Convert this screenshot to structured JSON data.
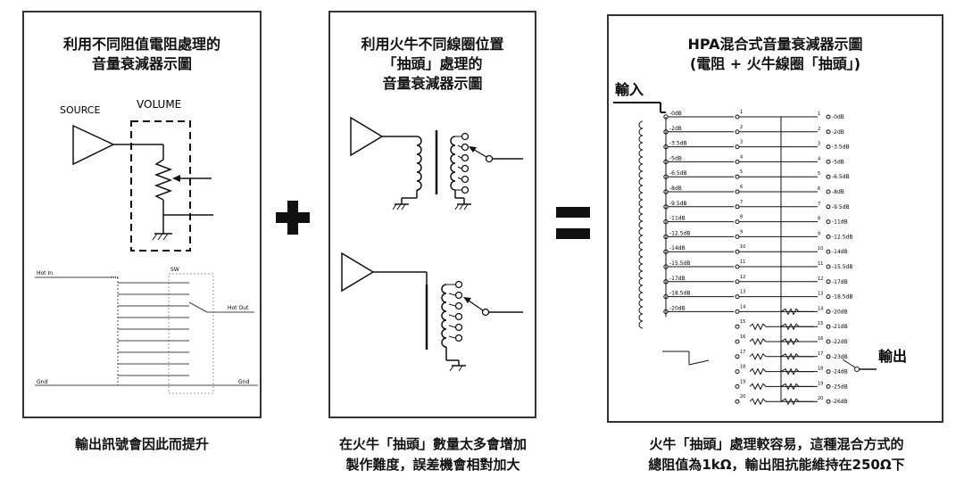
{
  "panel1": {
    "title_line1": "利用不同阻值電阻處理的",
    "title_line2": "音量衰減器示圖",
    "source_label": "SOURCE",
    "volume_label": "VOLUME",
    "hot_in_label": "Hot In",
    "sw_label": "SW",
    "hot_out_label": "Hot Out",
    "gnd_left_label": "Gnd",
    "gnd_right_label": "Gnd",
    "caption": "輸出訊號會因此而提升"
  },
  "panel2": {
    "title_line1": "利用火牛不同線圈位置",
    "title_line2": "「抽頭」處理的",
    "title_line3": "音量衰減器示圖",
    "caption_line1": "在火牛「抽頭」數量太多會增加",
    "caption_line2": "製作難度，誤差機會相對加大"
  },
  "panel3": {
    "title_line1": "HPA混合式音量衰減器示圖",
    "title_line2": "(電阻 + 火牛線圈「抽頭」)",
    "input_label": "輸入",
    "output_label": "輸出",
    "left_taps": [
      "-0dB",
      "-2dB",
      "-3.5dB",
      "-5dB",
      "-6.5dB",
      "-8dB",
      "-9.5dB",
      "-11dB",
      "-12.5dB",
      "-14dB",
      "-15.5dB",
      "-17dB",
      "-18.5dB",
      "-20dB"
    ],
    "right_positions": [
      "-0dB",
      "-2dB",
      "-3.5dB",
      "-5dB",
      "-6.5dB",
      "-8dB",
      "-9.5dB",
      "-11dB",
      "-12.5dB",
      "-14dB",
      "-15.5dB",
      "-17dB",
      "-18.5dB",
      "-20dB",
      "-21dB",
      "-22dB",
      "-23dB",
      "-24dB",
      "-25dB",
      "-26dB"
    ],
    "caption_line1": "火牛「抽頭」處理較容易，這種混合方式的",
    "caption_line2": "總阻值為1kΩ，輸出阻抗能維持在250Ω下"
  },
  "operators": {
    "plus": "+",
    "equals": "="
  }
}
